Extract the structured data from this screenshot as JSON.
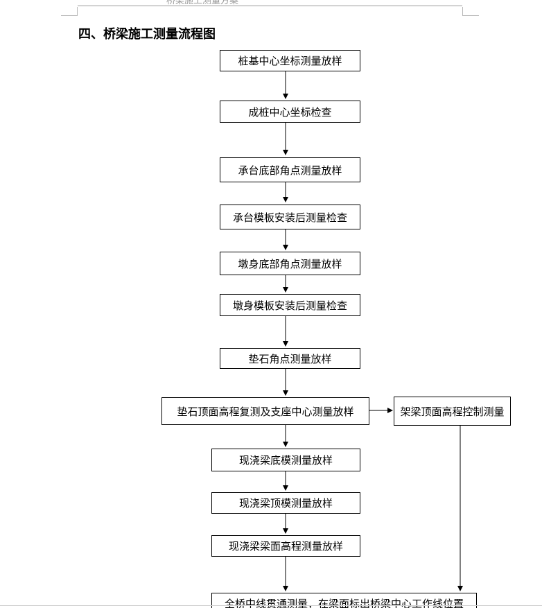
{
  "document": {
    "header_text": "桥梁施工测量方案",
    "section_title": "四、桥梁施工测量流程图"
  },
  "flowchart": {
    "steps": [
      "桩基中心坐标测量放样",
      "成桩中心坐标检查",
      "承台底部角点测量放样",
      "承台模板安装后测量检查",
      "墩身底部角点测量放样",
      "墩身模板安装后测量检查",
      "垫石角点测量放样",
      "垫石顶面高程复测及支座中心测量放样",
      "现浇梁底模测量放样",
      "现浇梁顶模测量放样",
      "现浇梁梁面高程测量放样",
      "全桥中线贯通测量，在梁面标出桥梁中心工作线位置"
    ],
    "side_step": "架梁顶面高程控制测量"
  }
}
